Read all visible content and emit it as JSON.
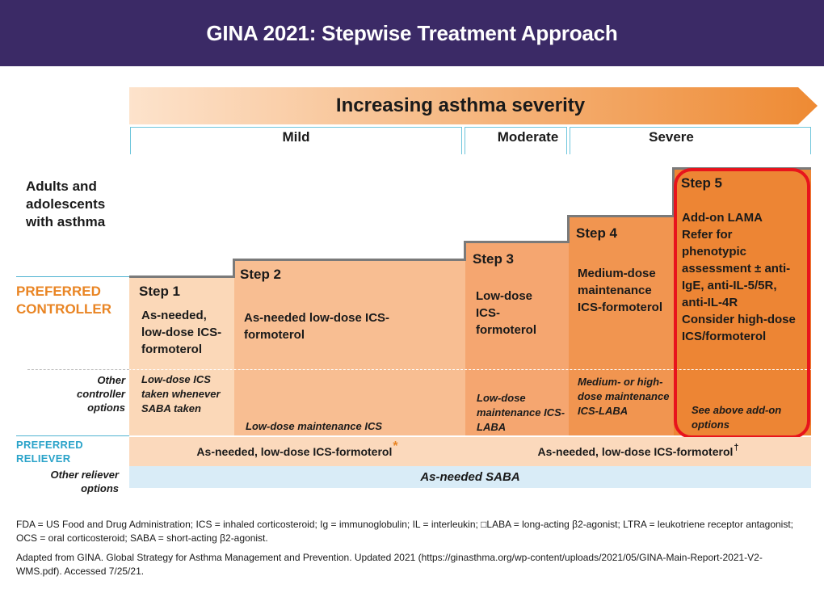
{
  "title": "GINA 2021: Stepwise Treatment Approach",
  "severity_label": "Increasing asthma severity",
  "brackets": [
    "Mild",
    "Moderate",
    "Severe"
  ],
  "row_labels": {
    "population": "Adults and adolescents with asthma",
    "preferred_controller": "PREFERRED CONTROLLER",
    "other_controller": "Other controller options",
    "preferred_reliever": "PREFERRED RELIEVER",
    "other_reliever": "Other reliever options"
  },
  "steps": [
    {
      "title": "Step 1",
      "preferred": "As-needed, low-dose ICS-formoterol",
      "other": "Low-dose ICS taken whenever SABA taken"
    },
    {
      "title": "Step 2",
      "preferred": "As-needed low-dose ICS-formoterol",
      "other": "Low-dose maintenance ICS"
    },
    {
      "title": "Step 3",
      "preferred": "Low-dose ICS-formoterol",
      "other": "Low-dose maintenance ICS-LABA"
    },
    {
      "title": "Step 4",
      "preferred": "Medium-dose maintenance ICS-formoterol",
      "other": "Medium- or high-dose maintenance ICS-LABA"
    },
    {
      "title": "Step 5",
      "preferred_lines": [
        "Add-on LAMA",
        "Refer for phenotypic assessment ± anti-IgE, anti-IL-5/5R, anti-IL-4R",
        "Consider high-dose ICS/formoterol"
      ],
      "other": "See above add-on options"
    }
  ],
  "reliever": {
    "steps_1_2": "As-needed, low-dose ICS-formoterol",
    "steps_1_2_mark": "*",
    "steps_3_5": "As-needed, low-dose ICS-formoterol",
    "steps_3_5_mark": "†",
    "other": "As-needed SABA"
  },
  "footnotes": {
    "abbreviations": "FDA = US Food and Drug Administration; ICS = inhaled corticosteroid; Ig = immunoglobulin; IL = interleukin; □LABA = long-acting β2-agonist; LTRA = leukotriene receptor antagonist; OCS = oral corticosteroid; SABA = short-acting β2-agonist.",
    "source": "Adapted from GINA. Global Strategy for Asthma Management and Prevention. Updated 2021 (https://ginasthma.org/wp-content/uploads/2021/05/GINA-Main-Report-2021-V2-WMS.pdf). Accessed 7/25/21."
  },
  "colors": {
    "header": "#3b2a66",
    "accent_orange": "#e98524",
    "accent_blue": "#2aa3c9",
    "highlight_red": "#e8141c"
  }
}
